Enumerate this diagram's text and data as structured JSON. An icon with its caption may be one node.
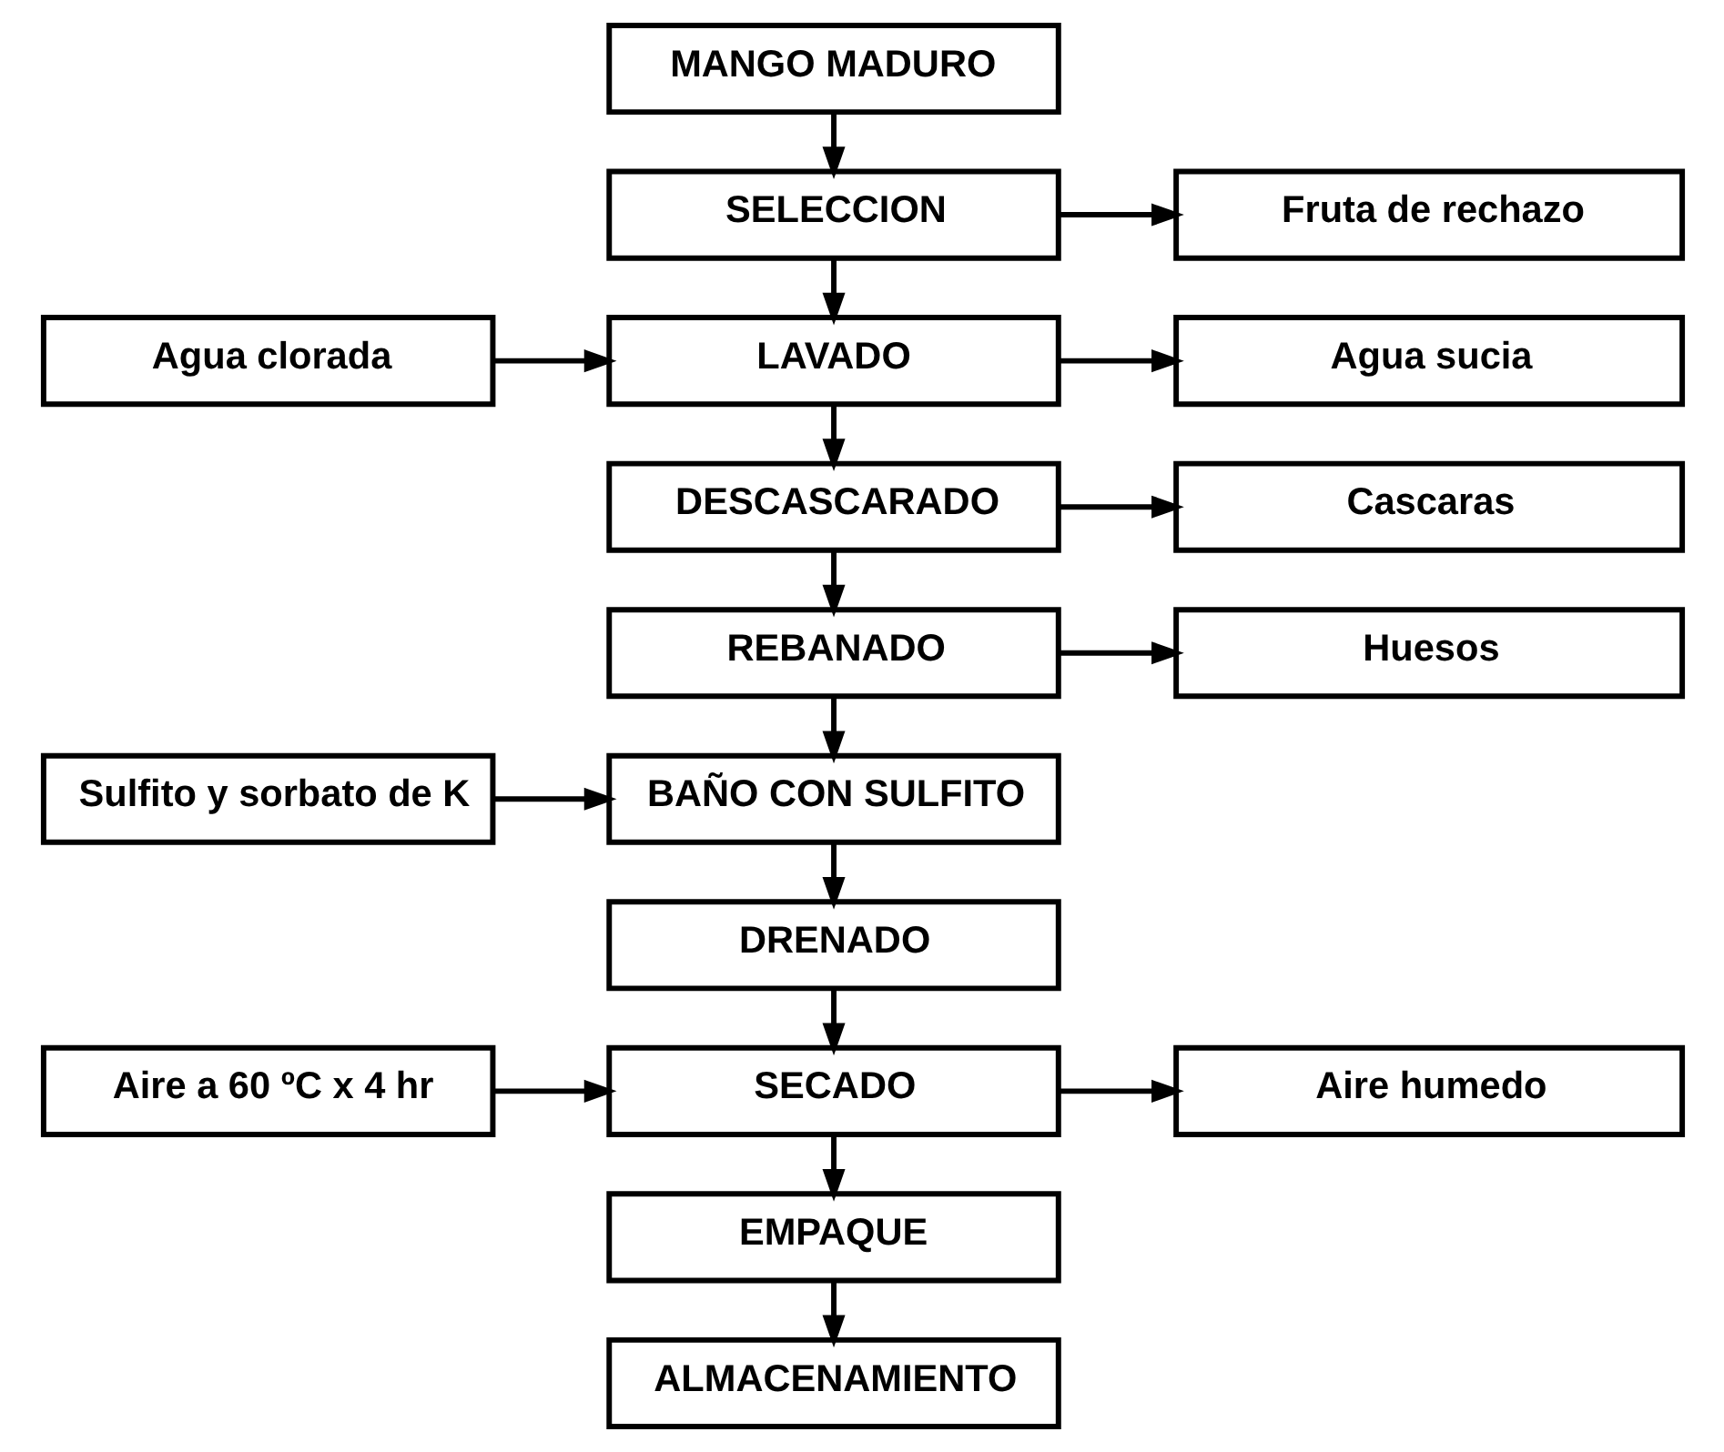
{
  "diagram": {
    "nodes": [
      {
        "text": [
          "MANGO MADURO"
        ]
      },
      {
        "text": [
          "SELECCION"
        ]
      },
      {
        "text": [
          "Fruta de rechazo"
        ]
      },
      {
        "text": [
          "Agua clorada"
        ]
      },
      {
        "text": [
          "LAVADO"
        ]
      },
      {
        "text": [
          "Agua sucia"
        ]
      },
      {
        "text": [
          "DESCASCARADO"
        ]
      },
      {
        "text": [
          "Cascaras"
        ]
      },
      {
        "text": [
          "REBANADO"
        ]
      },
      {
        "text": [
          "Huesos"
        ]
      },
      {
        "text": [
          "Sulfito y sorbato de K"
        ]
      },
      {
        "text": [
          "BAÑO CON SULFITO"
        ]
      },
      {
        "text": [
          "DRENADO"
        ]
      },
      {
        "text": [
          "Aire a 60 ºC x 4 hr"
        ]
      },
      {
        "text": [
          "SECADO"
        ]
      },
      {
        "text": [
          "Aire humedo"
        ]
      },
      {
        "text": [
          "EMPAQUE"
        ]
      },
      {
        "text": [
          "ALMACENAMIENTO"
        ]
      }
    ],
    "edges": [
      {
        "from": 0,
        "to": 1,
        "arrow": "to"
      },
      {
        "from": 1,
        "to": 2,
        "arrow": "to"
      },
      {
        "from": 1,
        "to": 4,
        "arrow": "to"
      },
      {
        "from": 3,
        "to": 4,
        "arrow": "to"
      },
      {
        "from": 4,
        "to": 5,
        "arrow": "to"
      },
      {
        "from": 4,
        "to": 6,
        "arrow": "to"
      },
      {
        "from": 6,
        "to": 7,
        "arrow": "to"
      },
      {
        "from": 6,
        "to": 8,
        "arrow": "to"
      },
      {
        "from": 8,
        "to": 9,
        "arrow": "to"
      },
      {
        "from": 8,
        "to": 11,
        "arrow": "to"
      },
      {
        "from": 10,
        "to": 11,
        "arrow": "to"
      },
      {
        "from": 11,
        "to": 12,
        "arrow": "to"
      },
      {
        "from": 12,
        "to": 14,
        "arrow": "to"
      },
      {
        "from": 13,
        "to": 14,
        "arrow": "to"
      },
      {
        "from": 14,
        "to": 15,
        "arrow": "to"
      },
      {
        "from": 14,
        "to": 16,
        "arrow": "to"
      },
      {
        "from": 16,
        "to": 17,
        "arrow": "to"
      }
    ]
  }
}
